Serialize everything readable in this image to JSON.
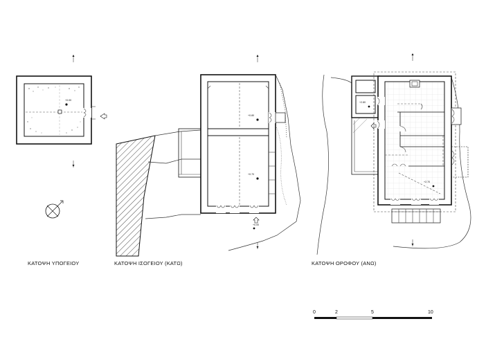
{
  "titles": {
    "basement": "ΚΑΤΟΨΗ ΥΠΟΓΕΙΟΥ",
    "ground": "ΚΑΤΟΨΗ ΙΣΟΓΕΙΟΥ (ΚΑΤΩ)",
    "upper": "ΚΑΤΟΨΗ ΟΡΟΦΟΥ (ΑΝΩ)"
  },
  "elevations": {
    "basement_floor": "+0.00",
    "ground_room1": "+0.80",
    "ground_room2": "+0.70",
    "ground_entry": "+0.00",
    "upper_small": "+2.80",
    "upper_main": "+2.70"
  },
  "scale_bar": {
    "ticks": [
      "0",
      "2",
      "5",
      "10"
    ]
  }
}
